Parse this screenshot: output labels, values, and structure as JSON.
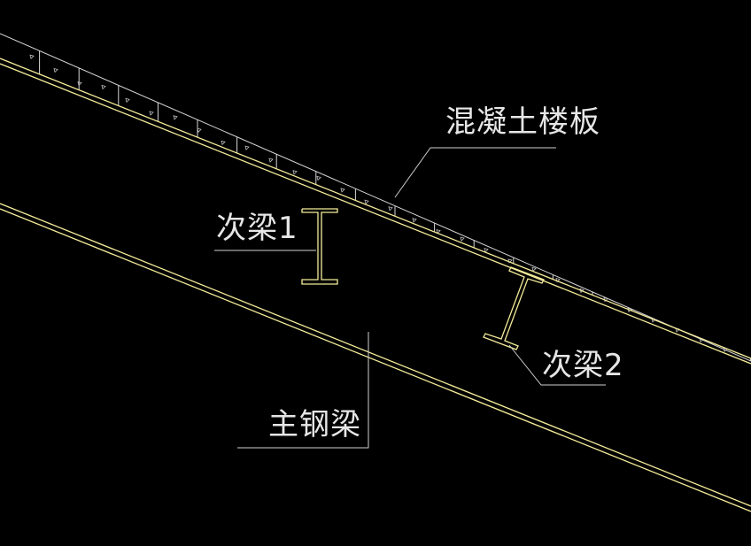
{
  "labels": {
    "slab": "混凝土楼板",
    "secondary_beam_1": "次梁1",
    "secondary_beam_2": "次梁2",
    "main_beam": "主钢梁"
  },
  "colors": {
    "background": "#000000",
    "beam_line": "#f4ec9a",
    "slab_line": "#d8d8d8",
    "leader_line": "#cfcfcf",
    "text": "#e6e6e6"
  }
}
